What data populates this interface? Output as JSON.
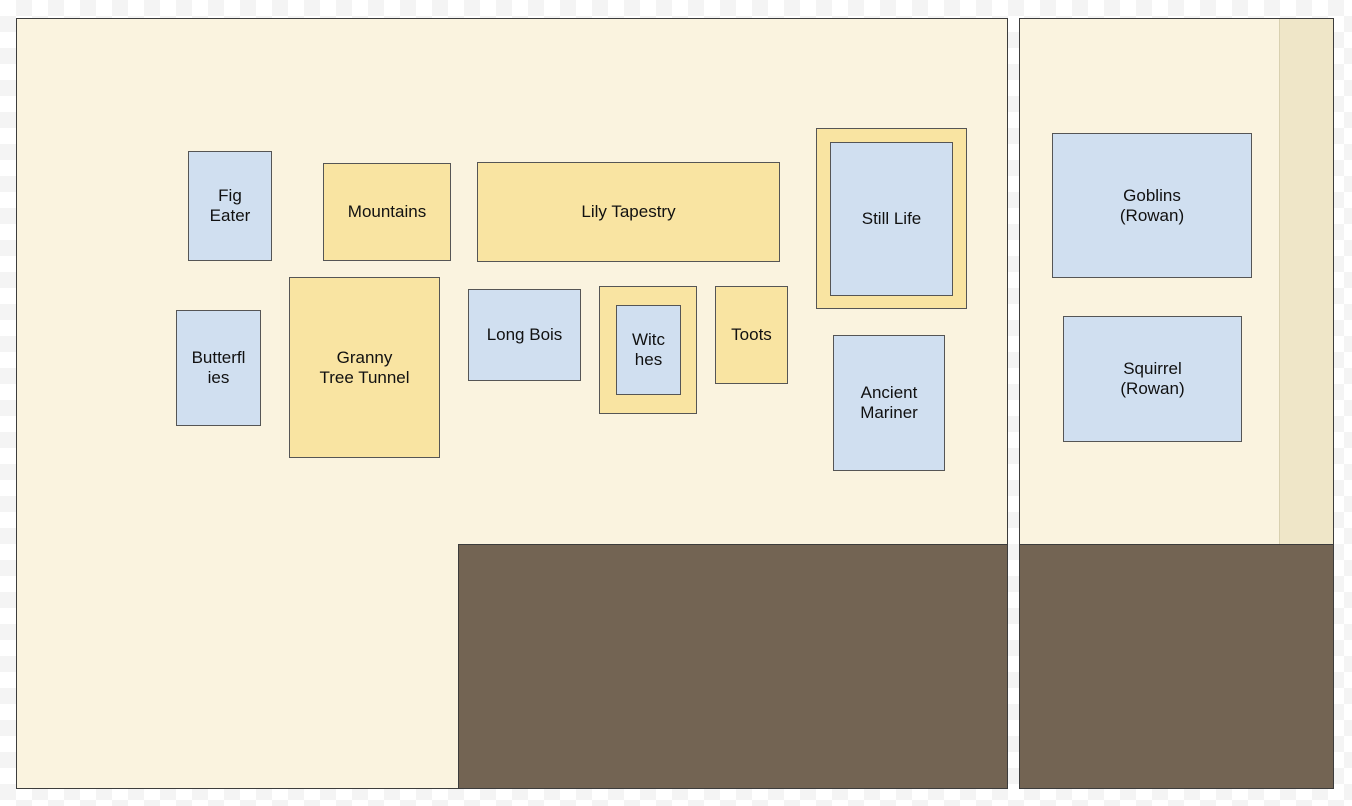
{
  "colors": {
    "wall": "#faf3df",
    "wall_shade": "#efe6c8",
    "floor": "#736453",
    "blue_art": "#d0dff0",
    "yellow_art": "#f9e4a2"
  },
  "artworks": {
    "fig_eater": "Fig\nEater",
    "mountains": "Mountains",
    "lily_tapestry": "Lily Tapestry",
    "still_life": "Still Life",
    "butterflies": "Butterfl\nies",
    "granny_tree_tunnel": "Granny\nTree Tunnel",
    "long_bois": "Long Bois",
    "witches": "Witc\nhes",
    "toots": "Toots",
    "ancient_mariner": "Ancient\nMariner",
    "goblins": "Goblins\n(Rowan)",
    "squirrel": "Squirrel\n(Rowan)"
  }
}
